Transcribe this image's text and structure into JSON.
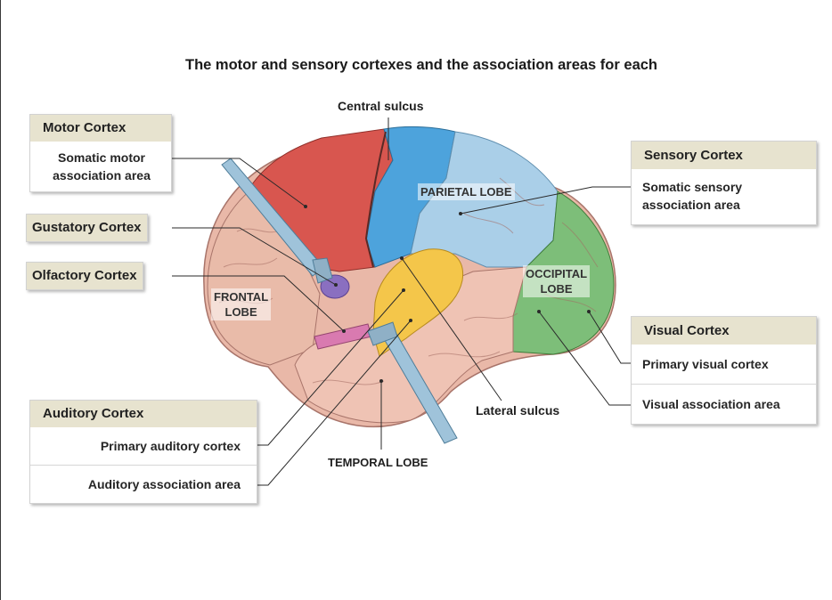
{
  "title": "The motor and sensory cortexes and the association areas for each",
  "labels": {
    "central_sulcus": "Central sulcus",
    "lateral_sulcus": "Lateral sulcus",
    "temporal_lobe": "TEMPORAL LOBE",
    "parietal_lobe": "PARIETAL LOBE",
    "frontal_lobe": "FRONTAL\nLOBE",
    "occipital_lobe": "OCCIPITAL\nLOBE"
  },
  "motor_cortex": {
    "header": "Motor Cortex",
    "items": [
      "Somatic motor\nassociation area"
    ]
  },
  "gustatory_cortex": {
    "header": "Gustatory Cortex"
  },
  "olfactory_cortex": {
    "header": "Olfactory Cortex"
  },
  "auditory_cortex": {
    "header": "Auditory Cortex",
    "items": [
      "Primary auditory cortex",
      "Auditory association area"
    ]
  },
  "sensory_cortex": {
    "header": "Sensory Cortex",
    "items": [
      "Somatic sensory\nassociation area"
    ]
  },
  "visual_cortex": {
    "header": "Visual Cortex",
    "items": [
      "Primary visual cortex",
      "Visual association area"
    ]
  },
  "colors": {
    "motor": "#d8564f",
    "parietal_primary": "#4da3dc",
    "parietal_assoc": "#aacfe8",
    "occipital": "#7dbe79",
    "temporal": "#e9b3a4",
    "frontal": "#e7b8a6",
    "gustatory": "#8a6fc0",
    "olfactory": "#d97ab0",
    "auditory": "#f4c64a",
    "header_bg": "#e7e3cf"
  }
}
